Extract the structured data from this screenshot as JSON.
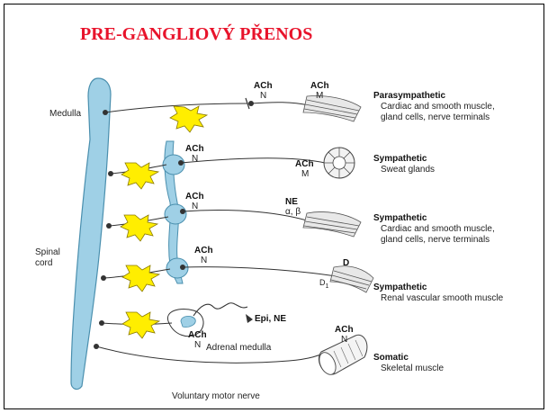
{
  "title": "PRE-GANGLIOVÝ PŘENOS",
  "labels": {
    "medulla": "Medulla",
    "spinal_cord": "Spinal\ncord",
    "adrenal_medulla": "Adrenal medulla",
    "voluntary_motor_nerve": "Voluntary motor nerve",
    "epi_ne": "Epi, NE"
  },
  "receptors": {
    "ach": "ACh",
    "n": "N",
    "m": "M",
    "ne": "NE",
    "alpha_beta": "α, β",
    "d": "D",
    "d1": "D",
    "d1_sub": "1"
  },
  "targets": [
    {
      "type": "Parasympathetic",
      "detail": [
        "Cardiac and smooth muscle,",
        "gland cells, nerve terminals"
      ]
    },
    {
      "type": "Sympathetic",
      "detail": [
        "Sweat glands"
      ]
    },
    {
      "type": "Sympathetic",
      "detail": [
        "Cardiac and smooth muscle,",
        "gland cells, nerve terminals"
      ]
    },
    {
      "type": "Sympathetic",
      "detail": [
        "Renal vascular smooth muscle"
      ]
    },
    {
      "type": "Somatic",
      "detail": [
        "Skeletal muscle"
      ]
    }
  ],
  "colors": {
    "title": "#e8132b",
    "spine": "#9fd0e6",
    "spine_stroke": "#4a8fae",
    "starburst": "#ffee00",
    "nerve": "#333333"
  },
  "icons": [
    "starburst-icon",
    "smooth-muscle-icon",
    "sweat-gland-icon",
    "skeletal-muscle-icon"
  ]
}
